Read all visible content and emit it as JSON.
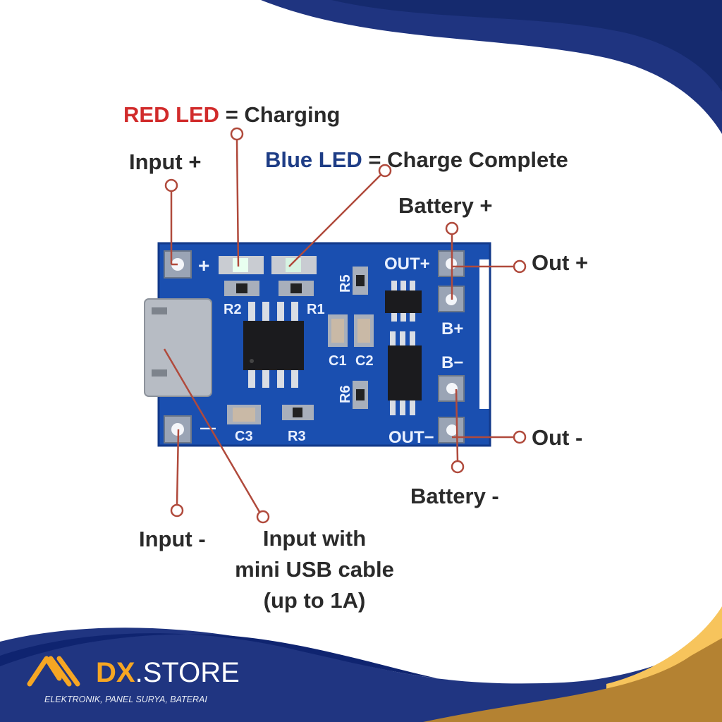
{
  "callouts": {
    "red_led": "RED LED",
    "red_led_meaning": "= Charging",
    "blue_led": "Blue LED",
    "blue_led_meaning": "= Charge Complete",
    "input_plus": "Input +",
    "input_minus": "Input -",
    "battery_plus": "Battery +",
    "battery_minus": "Battery -",
    "out_plus": "Out +",
    "out_minus": "Out -",
    "usb_line1": "Input with",
    "usb_line2": "mini USB cable",
    "usb_line3": "(up to 1A)"
  },
  "board": {
    "plus": "+",
    "minus": "—",
    "r1": "R1",
    "r2": "R2",
    "r3": "R3",
    "r5": "R5",
    "r6": "R6",
    "c1": "C1",
    "c2": "C2",
    "c3": "C3",
    "out_plus": "OUT+",
    "out_minus": "OUT−",
    "b_plus": "B+",
    "b_minus": "B−"
  },
  "brand": {
    "name_bold": "DX",
    "name_rest": ".STORE",
    "tagline": "ELEKTRONIK, PANEL SURYA, BATERAI"
  },
  "colors": {
    "navy": "#1f3480",
    "gold": "#b48232",
    "light_gold": "#f7c45c",
    "pcb": "#1a4fb0",
    "callout_line": "#b04a3c"
  }
}
